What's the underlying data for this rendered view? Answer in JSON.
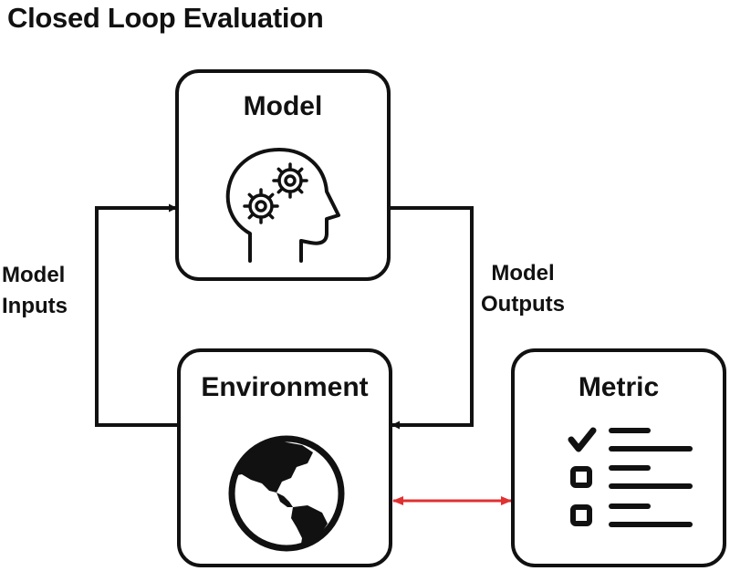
{
  "title": "Closed Loop Evaluation",
  "nodes": {
    "model": {
      "label": "Model"
    },
    "environment": {
      "label": "Environment"
    },
    "metric": {
      "label": "Metric"
    }
  },
  "edges": {
    "inputs": {
      "line1": "Model",
      "line2": "Inputs"
    },
    "outputs": {
      "line1": "Model",
      "line2": "Outputs"
    }
  },
  "colors": {
    "stroke": "#111111",
    "comparison_arrow": "#e03030"
  },
  "icons": {
    "model": "head-gears-icon",
    "environment": "globe-icon",
    "metric": "checklist-icon"
  }
}
